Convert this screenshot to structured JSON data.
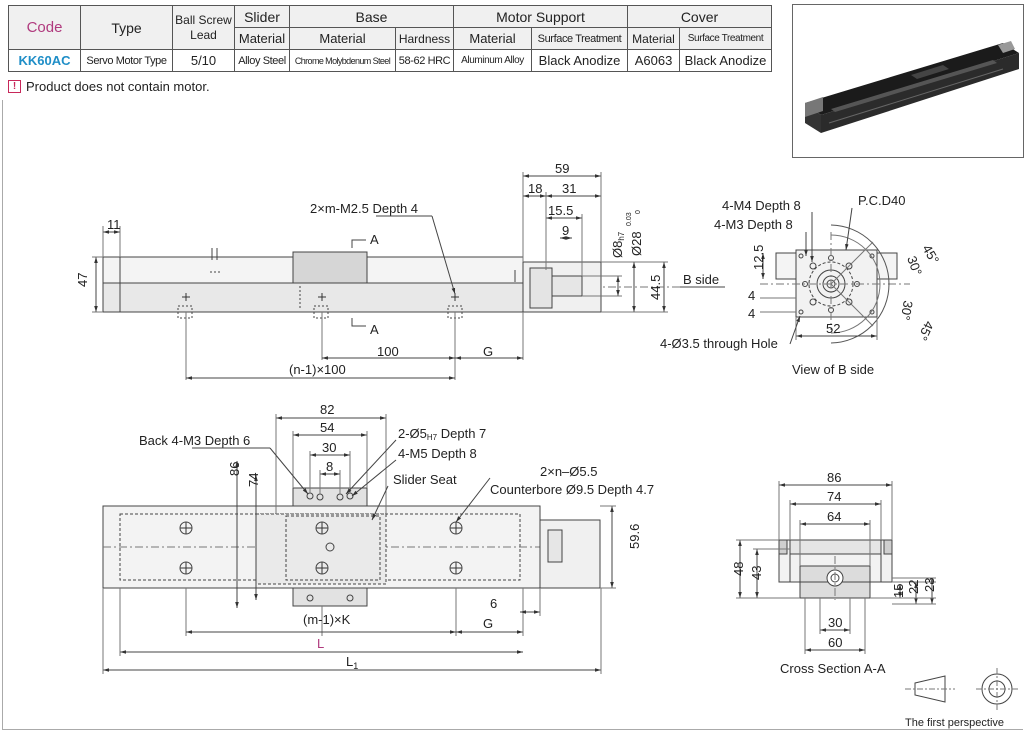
{
  "table": {
    "headers": {
      "code": "Code",
      "type": "Type",
      "ball_screw_lead_line1": "Ball Screw",
      "ball_screw_lead_line2": "Lead",
      "slider": "Slider",
      "base": "Base",
      "motor_support": "Motor Support",
      "cover": "Cover"
    },
    "subheaders": {
      "slider_material": "Material",
      "base_material": "Material",
      "base_hardness": "Hardness",
      "motor_material": "Material",
      "motor_surface": "Surface Treatment",
      "cover_material": "Material",
      "cover_surface": "Surface Treatment"
    },
    "row": {
      "code": "KK60AC",
      "type": "Servo Motor Type",
      "lead": "5/10",
      "slider_material": "Alloy Steel",
      "base_material": "Chrome Molybdenum Steel",
      "base_hardness": "58-62 HRC",
      "motor_material": "Aluminum Alloy",
      "motor_surface": "Black Anodize",
      "cover_material": "A6063",
      "cover_surface": "Black Anodize"
    }
  },
  "note": {
    "icon": "warning-icon",
    "text": "Product does not contain motor."
  },
  "drawing": {
    "top_view": {
      "dim_11": "11",
      "dim_47": "47",
      "label_m_tap": "2×m-M2.5 Depth 4",
      "section_a_top": "A",
      "section_a_bottom": "A",
      "dim_59": "59",
      "dim_18": "18",
      "dim_31": "31",
      "dim_15_5": "15.5",
      "dim_9": "9",
      "dim_phi8": "Ø8",
      "dim_phi8_tol": "h7",
      "dim_phi28": "Ø28",
      "dim_phi28_tol_upper": "0.03",
      "dim_phi28_tol_lower": "0",
      "dim_44_5": "44.5",
      "label_b_side": "B side",
      "dim_100": "100",
      "dim_g": "G",
      "dim_n_pitch": "(n-1)×100"
    },
    "b_side_view": {
      "label_m4": "4-M4 Depth 8",
      "label_m3": "4-M3 Depth 8",
      "label_pcd": "P.C.D40",
      "dim_12_5": "12.5",
      "dim_4a": "4",
      "dim_4b": "4",
      "dim_52": "52",
      "angle_45_top": "45°",
      "angle_30_top": "30°",
      "angle_30_bottom": "30°",
      "angle_45_bottom": "45°",
      "label_through_hole": "4-Ø3.5 through Hole",
      "caption": "View of B side"
    },
    "plan_view": {
      "dim_82": "82",
      "dim_54": "54",
      "dim_30": "30",
      "dim_8": "8",
      "dim_86": "86",
      "dim_74": "74",
      "label_back_m3": "Back 4-M3 Depth 6",
      "label_dowel_prefix": "2-Ø5",
      "label_dowel_tol": "H7",
      "label_dowel_suffix": " Depth 7",
      "label_m5": "4-M5 Depth 8",
      "label_slider_seat": "Slider Seat",
      "label_holes_line1": "2×n–Ø5.5",
      "label_holes_line2": "Counterbore Ø9.5 Depth 4.7",
      "dim_59_6": "59.6",
      "dim_6": "6",
      "dim_g": "G",
      "dim_m_pitch": "(m-1)×K",
      "dim_l": "L",
      "dim_l1_main": "L",
      "dim_l1_sub": "1"
    },
    "section_view": {
      "dim_86": "86",
      "dim_74": "74",
      "dim_64": "64",
      "dim_48": "48",
      "dim_43": "43",
      "dim_15": "15",
      "dim_22": "22",
      "dim_23": "23",
      "dim_30": "30",
      "dim_60": "60",
      "caption": "Cross Section A-A"
    },
    "projection": {
      "caption": "The first perspective",
      "icon": "first-angle-projection-icon"
    }
  },
  "colors": {
    "code_header": "#b03a7e",
    "code_value": "#1f8ec7",
    "warning": "#c8285a",
    "dim_l_label": "#b03a7e"
  }
}
